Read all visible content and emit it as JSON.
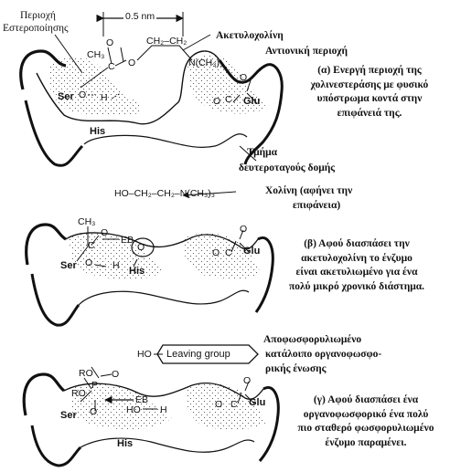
{
  "top": {
    "scale": "0.5 nm",
    "esteratic_site": [
      "Περιοχή",
      "Εστεροποίησης"
    ],
    "acetylcholine": "Ακετυλοχολίνη",
    "anionic_site": "Αντιονική περιοχή",
    "secondary_structure": [
      "Τμήμα",
      "δευτεροταγούς δομής"
    ],
    "caption": [
      "(α) Ενεργή περιοχή της",
      "χολινεστεράσης με φυσικό",
      "υπόστρωμα κοντά στην",
      "επιφάνειά της."
    ],
    "chem": {
      "ch3": "CH₃",
      "o_dbl": "O",
      "c": "C",
      "o_link": "O",
      "ch2ch2": "CH₂–CH₂",
      "n_me3": "N(CH₃)₃",
      "ser": "Ser",
      "o_ser": "O",
      "h": "H",
      "his": "His",
      "glu": "Glu",
      "c_glu": "C",
      "o_glu": "O",
      "o2_glu": "O"
    }
  },
  "middle": {
    "choline_formula": "HO–CH₂–CH₂–N(CH₃)₃",
    "choline": [
      "Χολίνη (αφήνει την",
      "επιφάνεια)"
    ],
    "caption": [
      "(β) Αφού διασπάσει την",
      "ακετυλοχολίνη το ένζυμο",
      "είναι ακετυλιωμένο για ένα",
      "πολύ μικρό χρονικό διάστημα."
    ],
    "chem": {
      "ch3": "CH₃",
      "c": "C",
      "o": "O",
      "eb": "EB",
      "ser": "Ser",
      "o_ser": "O",
      "h": "H",
      "o_h": "O",
      "his": "His",
      "glu": "Glu",
      "c_glu": "C",
      "o_glu": "O",
      "o2_glu": "O"
    }
  },
  "bottom": {
    "ho": "HO",
    "leaving_group": "Leaving group",
    "dephos": [
      "Αποφωσφορυλιωμένο",
      "κατάλοιπο οργανοφωσφο-",
      "ρικής ένωσης"
    ],
    "caption": [
      "(γ) Αφού διασπάσει ένα",
      "οργανοφωσφορικό ένα πολύ",
      "πιο σταθερό φωσφορυλιωμένο",
      "ένζυμο παραμένει."
    ],
    "chem": {
      "ro1": "RO",
      "ro2": "RO",
      "p": "P",
      "o_dbl": "O",
      "o_ser": "O",
      "eb": "EB",
      "ser": "Ser",
      "ho": "HO",
      "h": "H",
      "his": "His",
      "glu": "Glu",
      "c_glu": "C",
      "o_glu": "O",
      "o2_glu": "O"
    }
  }
}
